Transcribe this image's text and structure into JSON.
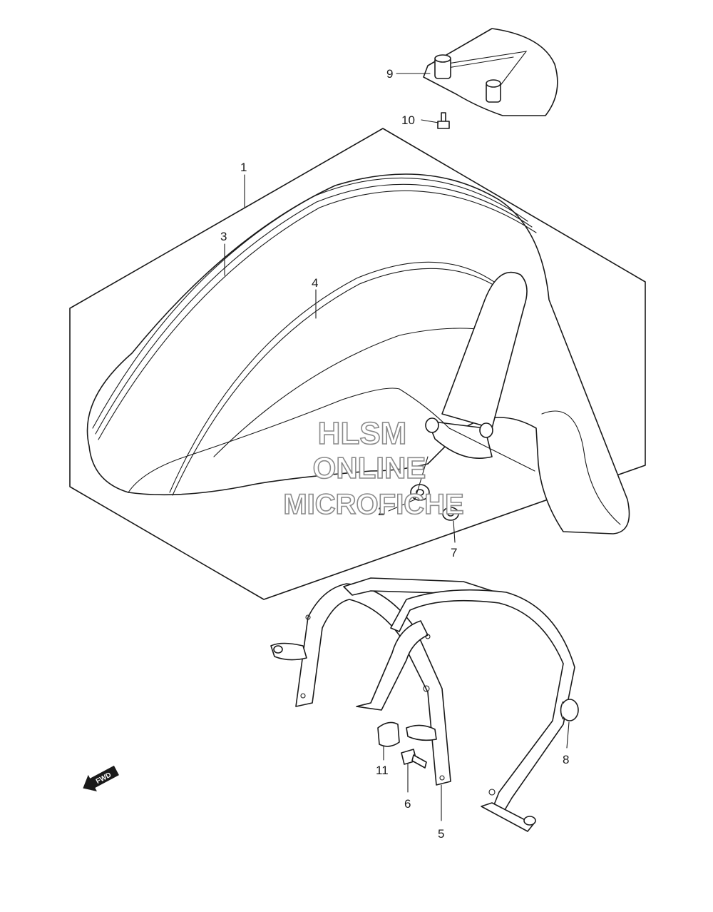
{
  "callouts": [
    {
      "id": "1",
      "text": "1"
    },
    {
      "id": "2",
      "text": "2"
    },
    {
      "id": "3",
      "text": "3"
    },
    {
      "id": "4",
      "text": "4"
    },
    {
      "id": "5",
      "text": "5"
    },
    {
      "id": "6",
      "text": "6"
    },
    {
      "id": "7",
      "text": "7"
    },
    {
      "id": "8",
      "text": "8"
    },
    {
      "id": "9",
      "text": "9"
    },
    {
      "id": "10",
      "text": "10"
    },
    {
      "id": "11",
      "text": "11"
    }
  ],
  "watermark": {
    "line1": "HLSM",
    "line2": "ONLINE",
    "line3": "MICROFICHE"
  },
  "direction_badge": {
    "text": "FWD",
    "icon": "arrow-left-icon"
  }
}
